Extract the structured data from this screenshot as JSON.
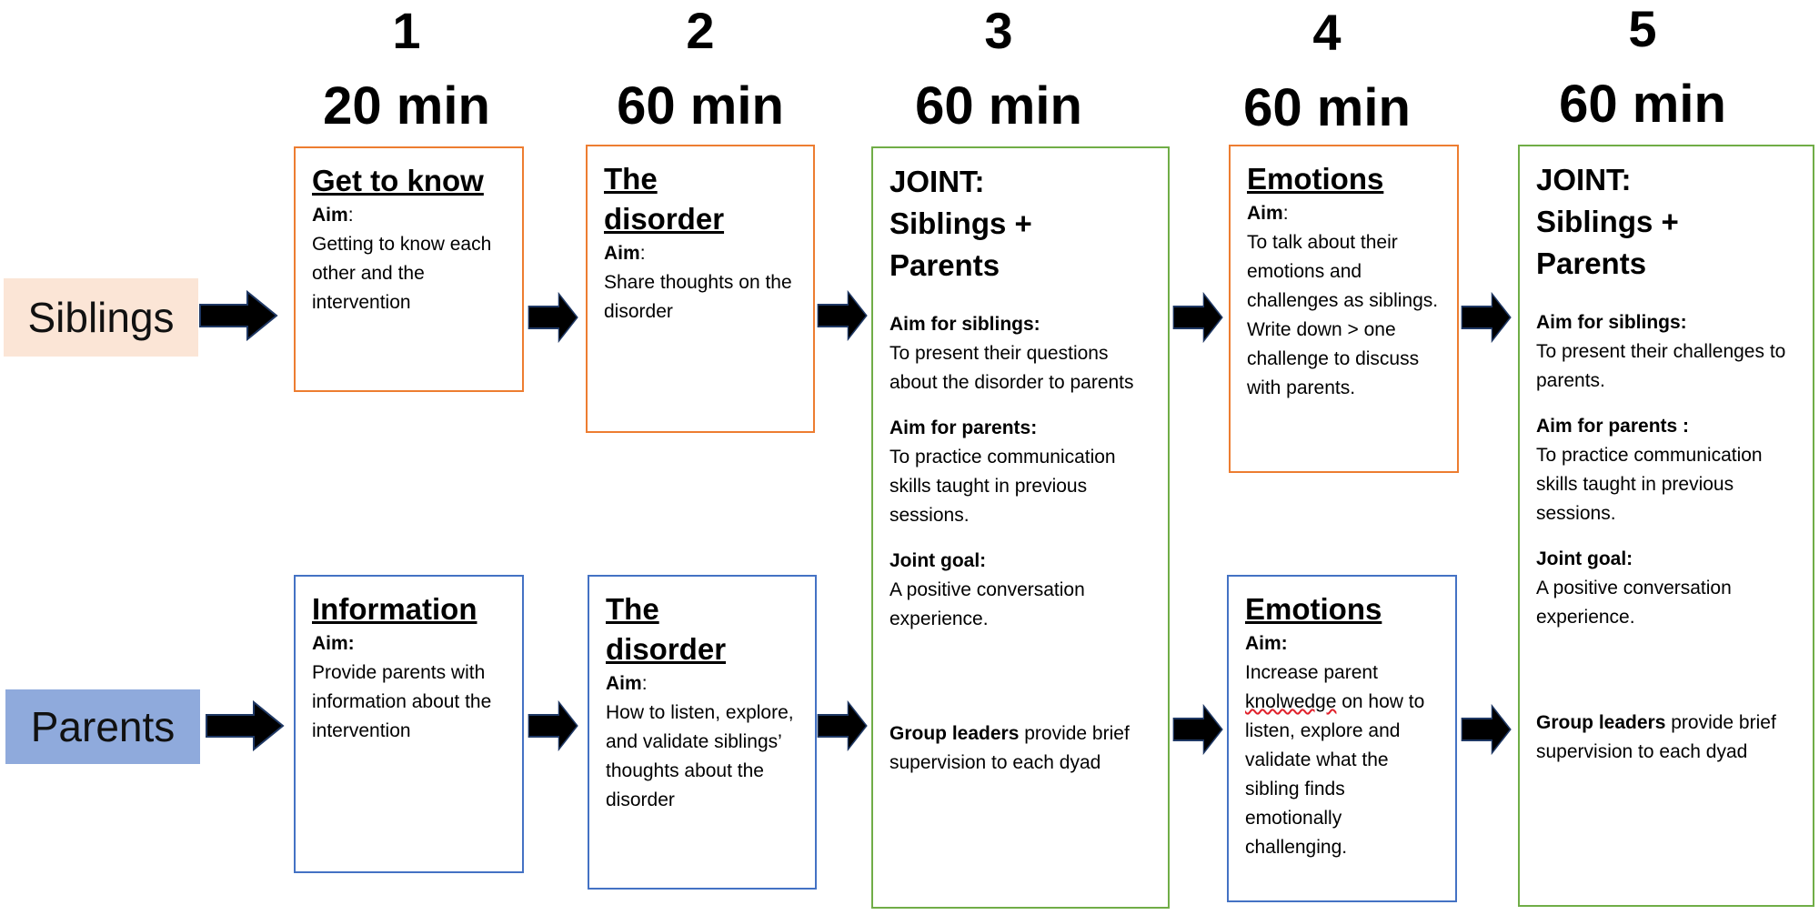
{
  "sessions": [
    {
      "num": "1",
      "duration": "20 min"
    },
    {
      "num": "2",
      "duration": "60 min"
    },
    {
      "num": "3",
      "duration": "60 min"
    },
    {
      "num": "4",
      "duration": "60 min"
    },
    {
      "num": "5",
      "duration": "60 min"
    }
  ],
  "rows": {
    "siblings": {
      "label": "Siblings",
      "color": "#FBE5D6"
    },
    "parents": {
      "label": "Parents",
      "color": "#8FAADC"
    }
  },
  "boxes": {
    "s1": {
      "title": "Get to know",
      "aim_label": "Aim",
      "aim_suffix": ":",
      "text": "Getting to know each other and the intervention"
    },
    "s2": {
      "title": "The disorder",
      "aim_label": "Aim",
      "aim_suffix": ":",
      "text": "Share thoughts on the disorder"
    },
    "s4": {
      "title": "Emotions",
      "aim_label": "Aim",
      "aim_suffix": ":",
      "text": "To talk about their emotions and challenges as siblings. Write down > one challenge to discuss with parents."
    },
    "p1": {
      "title": "Information",
      "aim_label": "Aim:",
      "text": "Provide parents with information about the intervention"
    },
    "p2": {
      "title": "The disorder",
      "aim_label": "Aim",
      "aim_suffix": ":",
      "text": "How to listen, explore, and validate siblings’ thoughts about the disorder"
    },
    "p4": {
      "title": "Emotions",
      "aim_label": "Aim:",
      "text_before": "Increase parent ",
      "text_misspelled": "knolwedge",
      "text_after": " on how to listen, explore and validate what the sibling finds emotionally challenging."
    }
  },
  "joint3": {
    "title": "JOINT: Siblings + Parents",
    "aim_siblings_label": "Aim for siblings:",
    "aim_siblings_text": "To present their questions about the disorder to parents",
    "aim_parents_label": "Aim for parents:",
    "aim_parents_text": "To practice communication skills taught in previous sessions.",
    "joint_goal_label": "Joint goal:",
    "joint_goal_text": "A positive conversation experience.",
    "group_leaders_label": "Group leaders",
    "group_leaders_text": " provide brief supervision to each dyad"
  },
  "joint5": {
    "title": "JOINT: Siblings + Parents",
    "aim_siblings_label": "Aim for siblings:",
    "aim_siblings_text": "To present their challenges to parents.",
    "aim_parents_label": "Aim for parents :",
    "aim_parents_text": "To practice communication skills taught in previous sessions.",
    "joint_goal_label": "Joint goal:",
    "joint_goal_text": "A positive conversation experience.",
    "group_leaders_label": "Group leaders",
    "group_leaders_text": " provide brief supervision to each dyad"
  },
  "colors": {
    "siblings_border": "#ED7D31",
    "parents_border": "#4472C4",
    "joint_border": "#70AD47",
    "arrow_fill": "#000000",
    "arrow_outline": "#1F3864"
  }
}
